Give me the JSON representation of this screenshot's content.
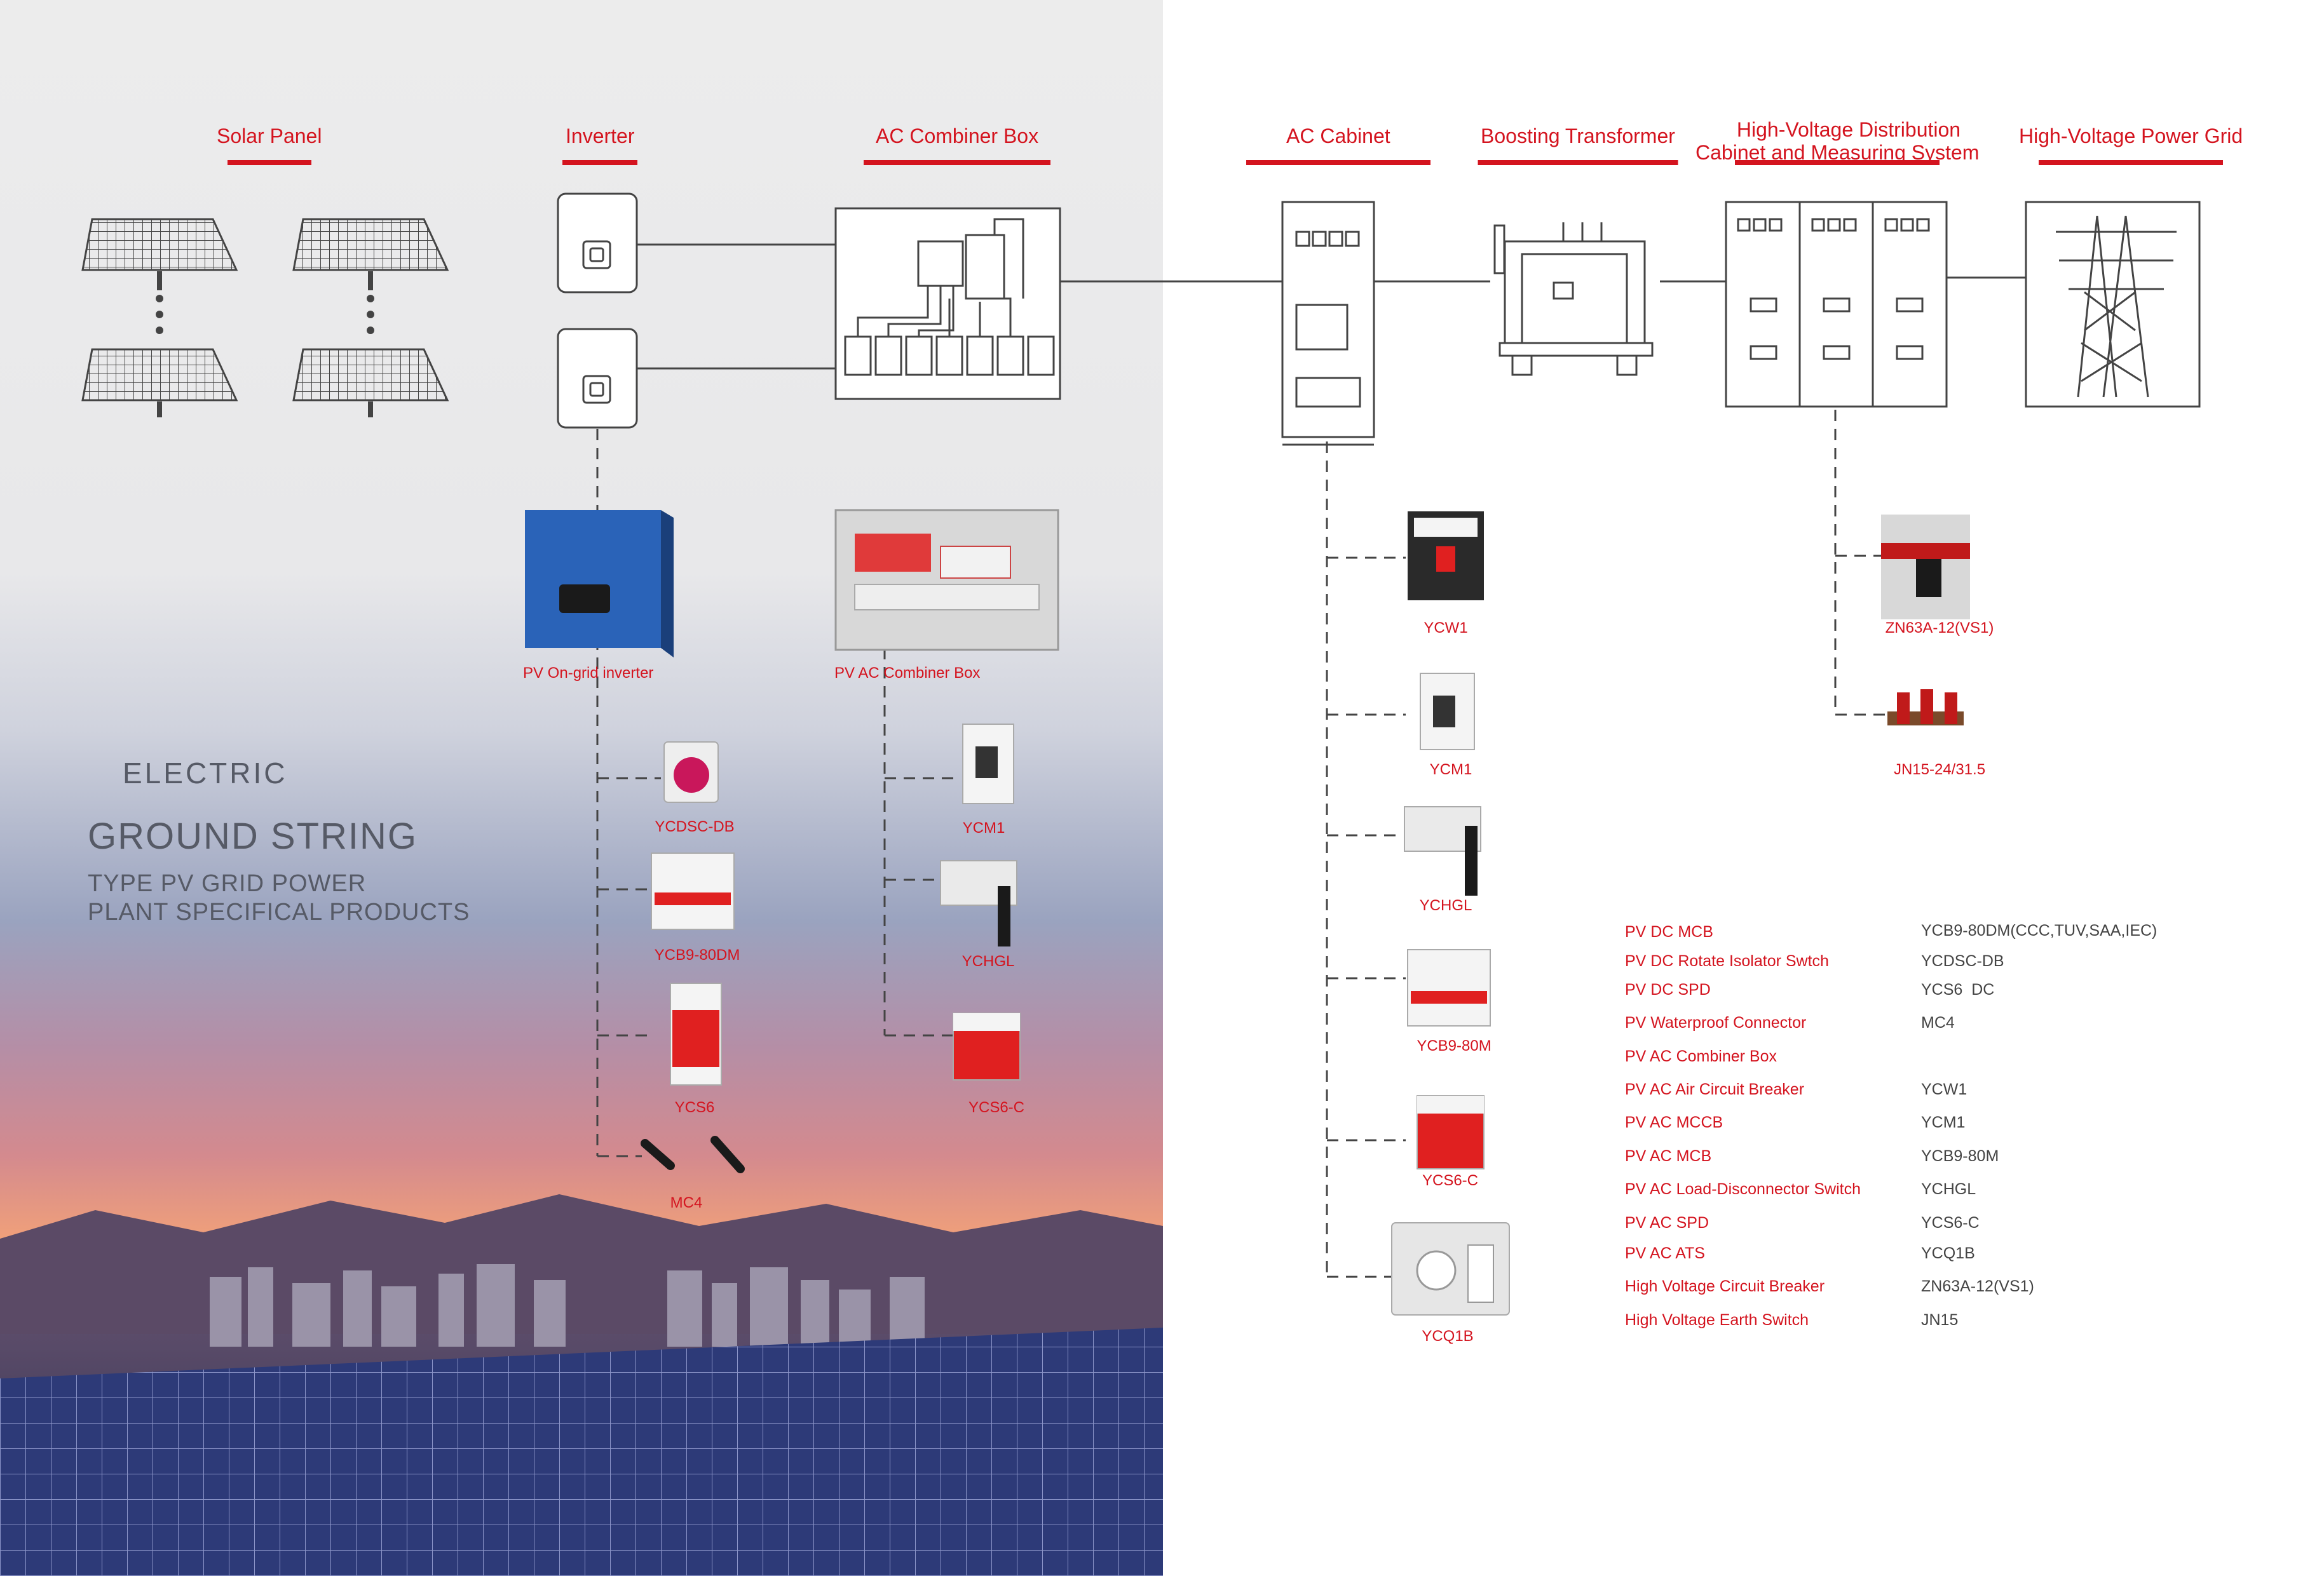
{
  "stages": [
    {
      "label": "Solar Panel"
    },
    {
      "label": "Inverter"
    },
    {
      "label": "AC Combiner Box"
    },
    {
      "label": "AC Cabinet"
    },
    {
      "label": "Boosting Transformer"
    },
    {
      "label": "High-Voltage Distribution\nCabinet and Measuring System"
    },
    {
      "label": "High-Voltage Power Grid"
    }
  ],
  "products": {
    "inverter_photo": "PV On-grid inverter",
    "combiner_photo": "PV AC Combiner Box",
    "inverter_chain": [
      "YCDSC-DB",
      "YCB9-80DM",
      "YCS6",
      "MC4"
    ],
    "combiner_chain": [
      "YCM1",
      "YCHGL",
      "YCS6-C"
    ],
    "cabinet_chain": [
      "YCW1",
      "YCM1",
      "YCHGL",
      "YCB9-80M",
      "YCS6-C",
      "YCQ1B"
    ],
    "hv_chain": [
      "ZN63A-12(VS1)",
      "JN15-24/31.5"
    ]
  },
  "headline": {
    "line1": "ELECTRIC",
    "line2": "GROUND STRING",
    "line3": "TYPE PV GRID POWER",
    "line4": "PLANT SPECIFICAL PRODUCTS"
  },
  "spec_table": [
    {
      "name": "PV DC MCB",
      "model": "YCB9-80DM(CCC,TUV,SAA,IEC)"
    },
    {
      "name": "PV DC Rotate Isolator Swtch",
      "model": "YCDSC-DB"
    },
    {
      "name": "PV DC SPD",
      "model": "YCS6  DC"
    },
    {
      "name": "PV Waterproof Connector",
      "model": "MC4"
    },
    {
      "name": "PV AC Combiner Box",
      "model": ""
    },
    {
      "name": "PV AC Air Circuit Breaker",
      "model": "YCW1"
    },
    {
      "name": "PV AC MCCB",
      "model": "YCM1"
    },
    {
      "name": "PV AC MCB",
      "model": "YCB9-80M"
    },
    {
      "name": "PV AC Load-Disconnector Switch",
      "model": "YCHGL"
    },
    {
      "name": "PV AC SPD",
      "model": "YCS6-C"
    },
    {
      "name": "PV AC ATS",
      "model": "YCQ1B"
    },
    {
      "name": "High Voltage Circuit Breaker",
      "model": "ZN63A-12(VS1)"
    },
    {
      "name": "High Voltage Earth Switch",
      "model": "JN15"
    }
  ],
  "colors": {
    "accent": "#d4141f",
    "line": "#444444",
    "text_grey": "#565a66",
    "inverter_blue": "#2a63b8"
  }
}
